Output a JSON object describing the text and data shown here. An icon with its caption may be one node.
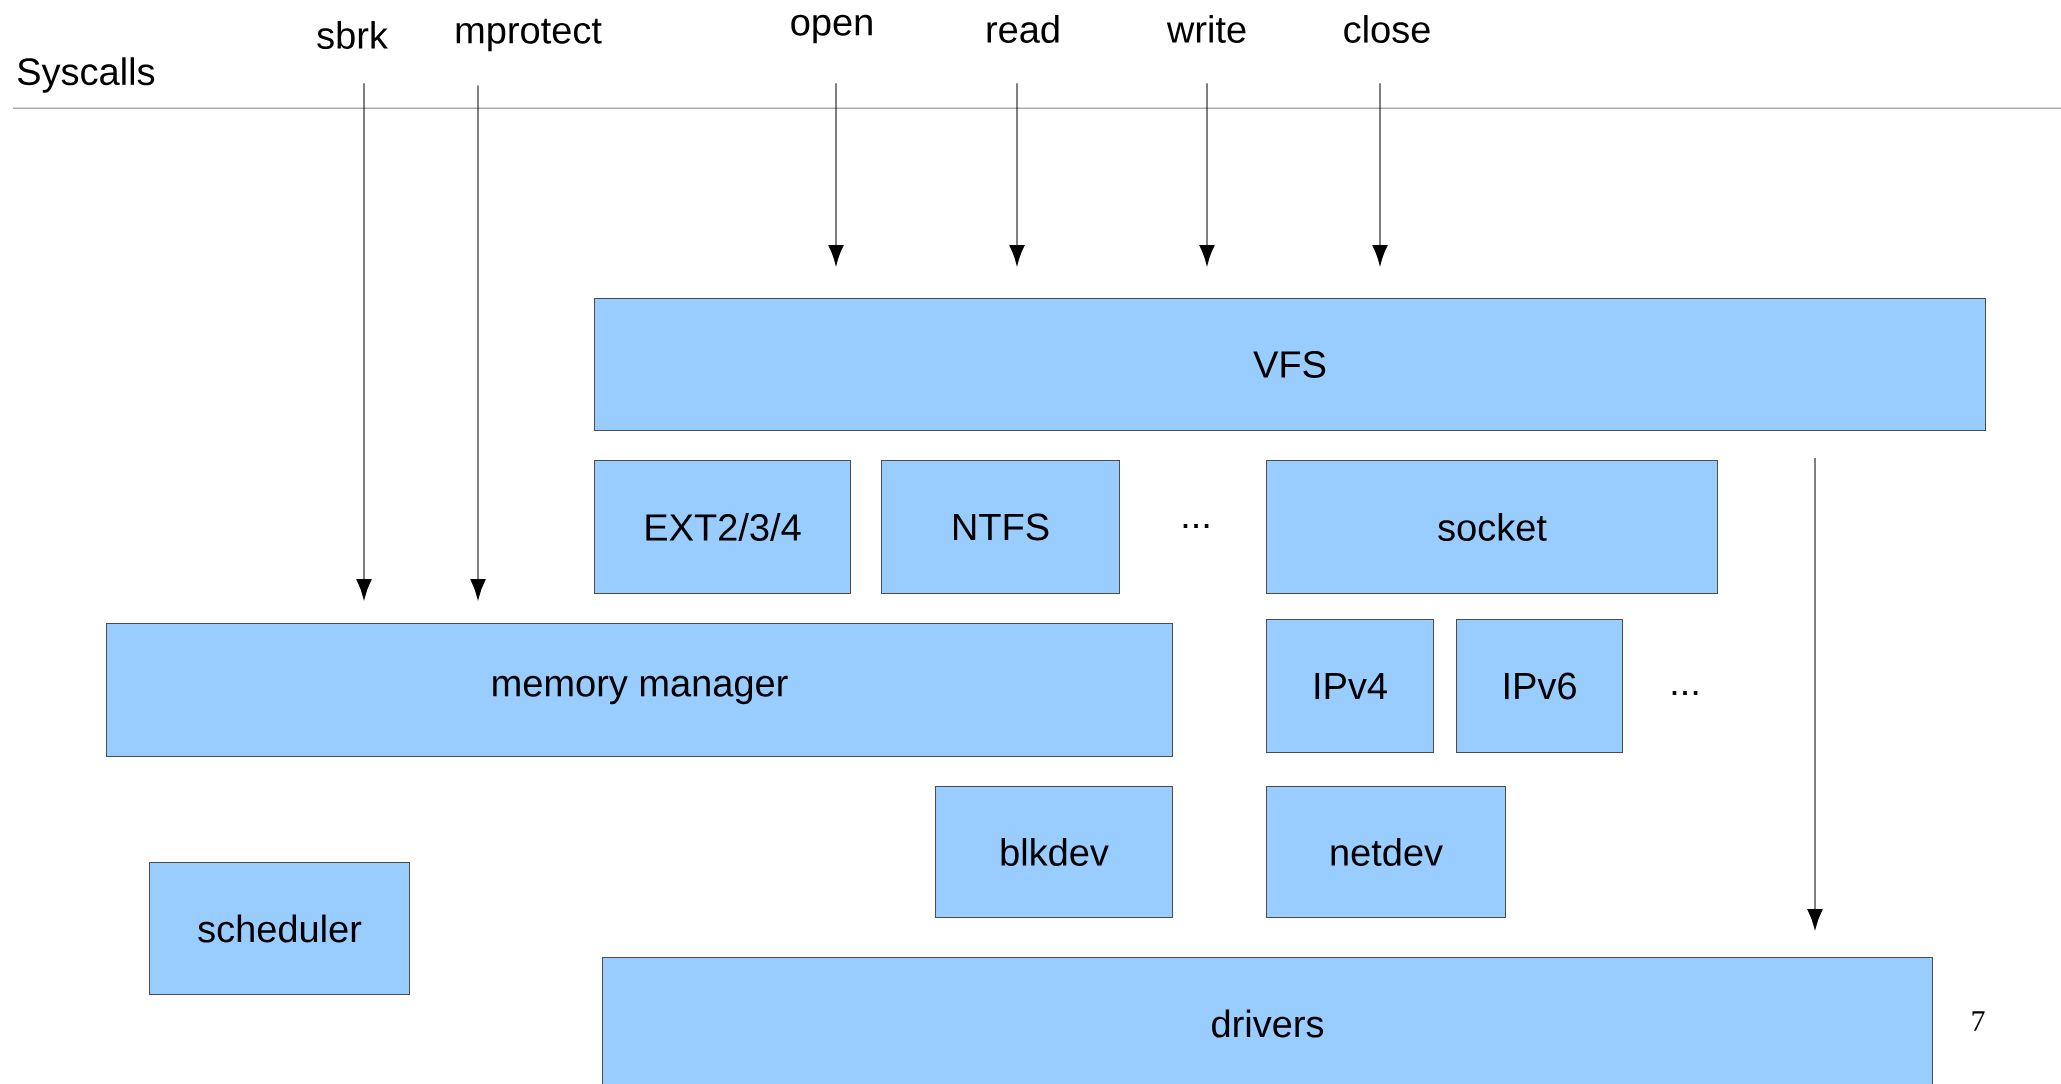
{
  "diagram": {
    "nodes": [
      {
        "text": [
          "sbrk"
        ]
      },
      {
        "text": [
          "mprotect"
        ]
      },
      {
        "text": [
          "open"
        ]
      },
      {
        "text": [
          "read"
        ]
      },
      {
        "text": [
          "write"
        ]
      },
      {
        "text": [
          "close"
        ]
      },
      {
        "text": [
          "VFS"
        ]
      },
      {
        "text": [
          "EXT2/3/4"
        ]
      },
      {
        "text": [
          "NTFS"
        ]
      },
      {
        "text": [
          "socket"
        ]
      },
      {
        "text": [
          "memory manager"
        ]
      },
      {
        "text": [
          "IPv4"
        ]
      },
      {
        "text": [
          "IPv6"
        ]
      },
      {
        "text": [
          "blkdev"
        ]
      },
      {
        "text": [
          "netdev"
        ]
      },
      {
        "text": [
          "scheduler"
        ]
      },
      {
        "text": [
          "drivers"
        ]
      }
    ],
    "edges": [
      {
        "from": 0,
        "to": 10,
        "arrow": "to"
      },
      {
        "from": 1,
        "to": 10,
        "arrow": "to"
      },
      {
        "from": 2,
        "to": 6,
        "arrow": "to"
      },
      {
        "from": 3,
        "to": 6,
        "arrow": "to"
      },
      {
        "from": 4,
        "to": 6,
        "arrow": "to"
      },
      {
        "from": 5,
        "to": 6,
        "arrow": "to"
      },
      {
        "from": 6,
        "to": 16,
        "arrow": "to"
      }
    ],
    "labels": [
      "Syscalls",
      "...",
      "...",
      "7"
    ]
  }
}
